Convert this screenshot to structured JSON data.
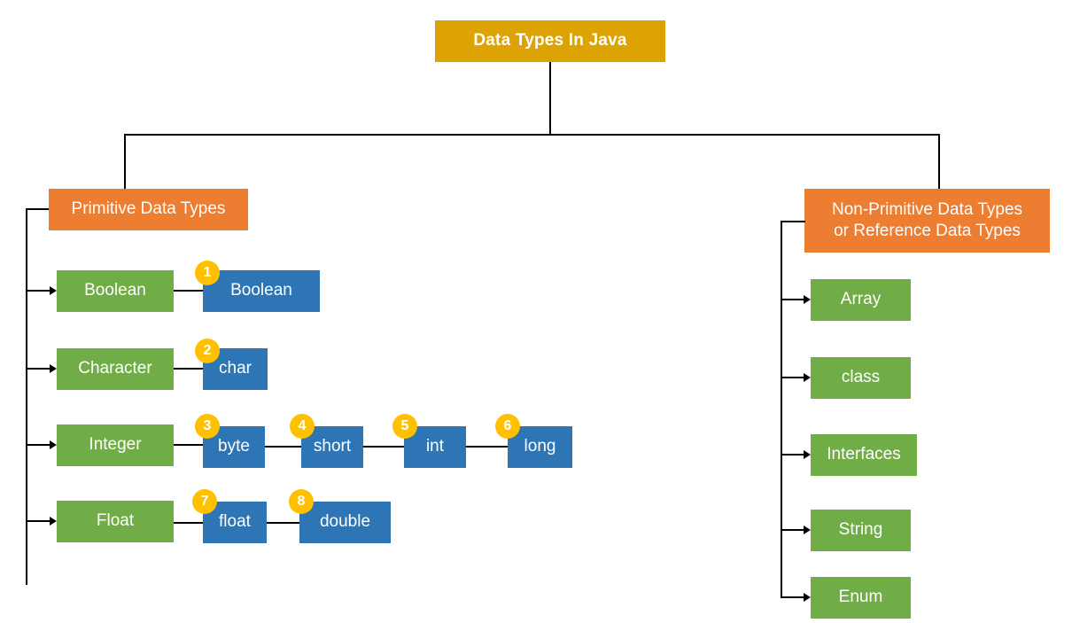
{
  "diagram": {
    "title": "Data Types In Java",
    "colors": {
      "title_bg": "#DDA304",
      "category_bg": "#ED7D31",
      "green_bg": "#70AD47",
      "blue_bg": "#2E75B6",
      "badge_bg": "#FFC000",
      "connector": "#000000",
      "text": "#FFFFFF",
      "background": "#FFFFFF"
    },
    "branches": {
      "primitive": {
        "label": "Primitive Data Types",
        "groups": [
          {
            "wrapper": "Boolean",
            "types": [
              {
                "number": "1",
                "label": "Boolean"
              }
            ]
          },
          {
            "wrapper": "Character",
            "types": [
              {
                "number": "2",
                "label": "char"
              }
            ]
          },
          {
            "wrapper": "Integer",
            "types": [
              {
                "number": "3",
                "label": "byte"
              },
              {
                "number": "4",
                "label": "short"
              },
              {
                "number": "5",
                "label": "int"
              },
              {
                "number": "6",
                "label": "long"
              }
            ]
          },
          {
            "wrapper": "Float",
            "types": [
              {
                "number": "7",
                "label": "float"
              },
              {
                "number": "8",
                "label": "double"
              }
            ]
          }
        ]
      },
      "non_primitive": {
        "label_line1": "Non-Primitive Data Types",
        "label_line2": "or Reference Data Types",
        "items": [
          {
            "label": "Array"
          },
          {
            "label": "class"
          },
          {
            "label": "Interfaces"
          },
          {
            "label": "String"
          },
          {
            "label": "Enum"
          }
        ]
      }
    }
  }
}
